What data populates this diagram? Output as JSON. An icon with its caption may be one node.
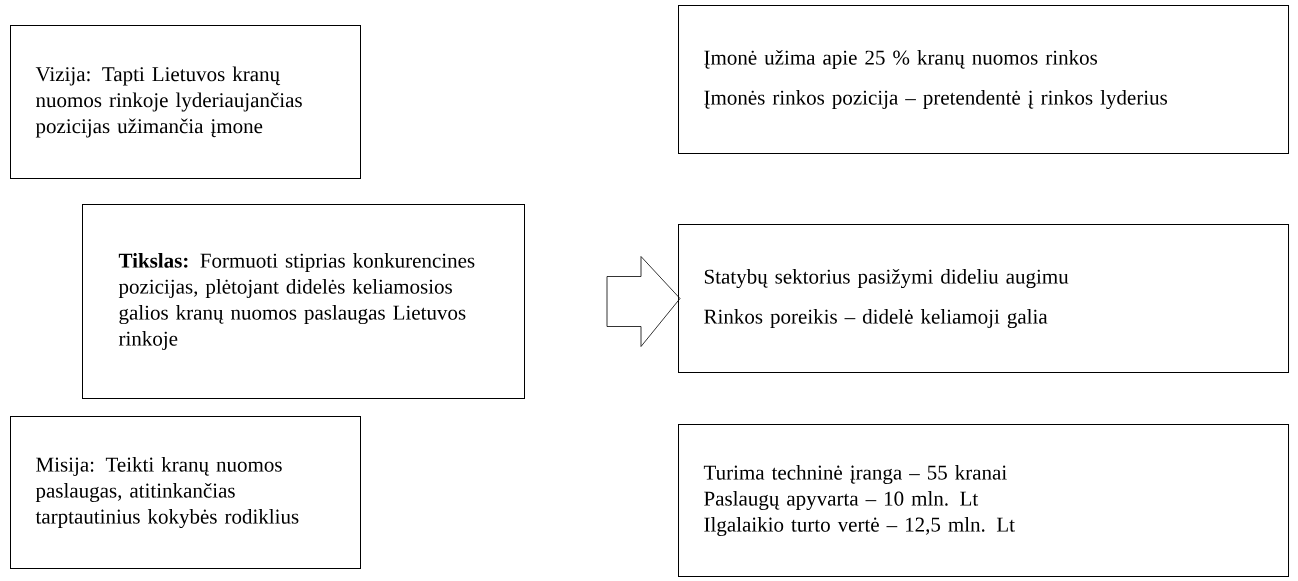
{
  "diagram": {
    "nodes": [
      {
        "text": [
          "Vizija: Tapti Lietuvos kranų nuomos rinkoje lyderiaujančias pozicijas užimančia įmone"
        ]
      },
      {
        "text": [
          "Įmonė užima apie 25 % kranų nuomos rinkos",
          "Įmonės rinkos pozicija – pretendentė į rinkos lyderius"
        ]
      },
      {
        "text": [
          "**Tikslas:** Formuoti stiprias konkurencines pozicijas, plėtojant didelės keliamosios galios kranų nuomos paslaugas Lietuvos rinkoje"
        ]
      },
      {
        "text": [
          "Statybų sektorius pasižymi dideliu augimu",
          "Rinkos poreikis – didelė keliamoji galia"
        ]
      },
      {
        "text": [
          "Misija: Teikti kranų nuomos paslaugas, atitinkančias tarptautinius kokybės rodiklius"
        ]
      },
      {
        "text": [
          "Turima techninė įranga – 55 kranai",
          "Paslaugų apyvarta – 10 mln. Lt",
          "Ilgalaikio turto vertė – 12,5 mln. Lt"
        ]
      }
    ],
    "edges": [
      {
        "from": 2,
        "to": 3,
        "arrow": "to"
      }
    ]
  }
}
